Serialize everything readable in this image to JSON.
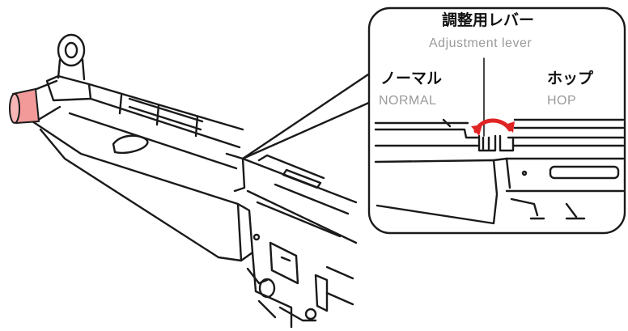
{
  "callout": {
    "title_jp": "調整用レバー",
    "title_en": "Adjustment lever",
    "left_jp": "ノーマル",
    "left_en": "NORMAL",
    "right_jp": "ホップ",
    "right_en": "HOP"
  },
  "colors": {
    "line": "#1a1a1a",
    "arrow": "#e02424",
    "barrel_tip": "#f29a9a",
    "english_text": "#9a9a9a"
  }
}
